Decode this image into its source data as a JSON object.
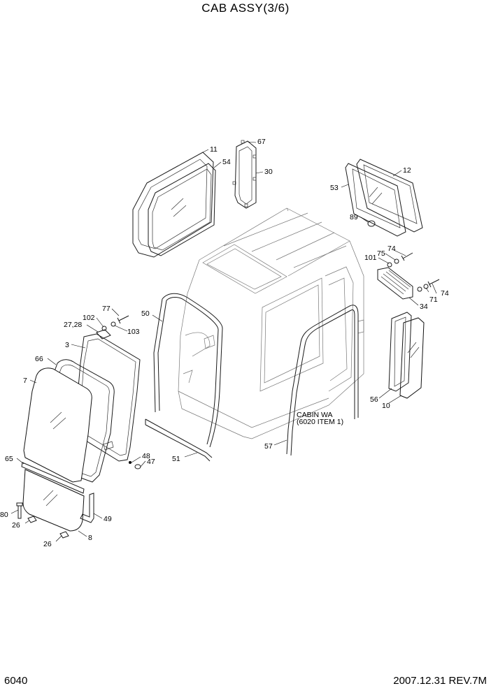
{
  "header": {
    "title": "CAB ASSY(3/6)"
  },
  "footer": {
    "page": "6040",
    "revision": "2007.12.31  REV.7M"
  },
  "note": {
    "line1": "CABIN WA",
    "line2": "(6020 ITEM 1)"
  },
  "parts": {
    "p11": "11",
    "p54": "54",
    "p67": "67",
    "p30": "30",
    "p12": "12",
    "p53": "53",
    "p89": "89",
    "p101": "101",
    "p75": "75",
    "p74a": "74",
    "p74b": "74",
    "p71": "71",
    "p34": "34",
    "p77": "77",
    "p102": "102",
    "p2728": "27,28",
    "p103": "103",
    "p50": "50",
    "p3": "3",
    "p66": "66",
    "p7": "7",
    "p48": "48",
    "p47": "47",
    "p51": "51",
    "p57": "57",
    "p56": "56",
    "p10": "10",
    "p65": "65",
    "p80": "80",
    "p26a": "26",
    "p26b": "26",
    "p49": "49",
    "p8": "8"
  }
}
